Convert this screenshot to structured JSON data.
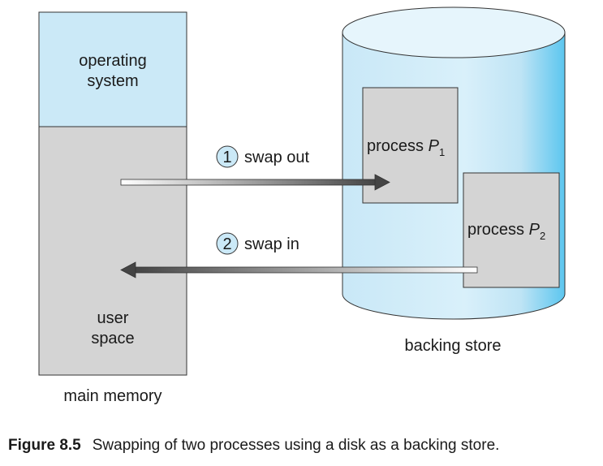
{
  "main_memory": {
    "os_line1": "operating",
    "os_line2": "system",
    "user_line1": "user",
    "user_line2": "space",
    "label": "main memory"
  },
  "backing_store": {
    "label": "backing store",
    "process1": {
      "text": "process ",
      "name": "P",
      "sub": "1"
    },
    "process2": {
      "text": "process ",
      "name": "P",
      "sub": "2"
    }
  },
  "steps": [
    {
      "number": "1",
      "label": "swap out"
    },
    {
      "number": "2",
      "label": "swap in"
    }
  ],
  "caption": {
    "figure": "Figure 8.5",
    "text": "Swapping of two processes using a disk as a backing store."
  },
  "colors": {
    "os_fill": "#cbe9f7",
    "user_fill": "#d4d4d4",
    "cylinder_fill": "#c6e6f6",
    "cylinder_edge": "#5cc6ef"
  }
}
